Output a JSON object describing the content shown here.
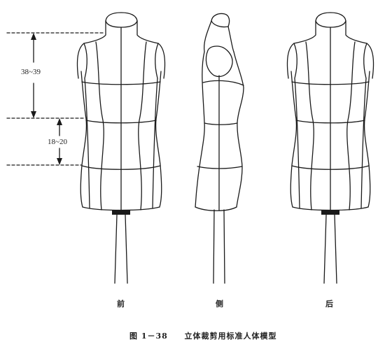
{
  "measurements": {
    "upper": "38~39",
    "lower": "18~20"
  },
  "views": {
    "front": "前",
    "side": "侧",
    "back": "后"
  },
  "caption": {
    "number": "图 1－38",
    "title": "立体裁剪用标准人体模型"
  }
}
